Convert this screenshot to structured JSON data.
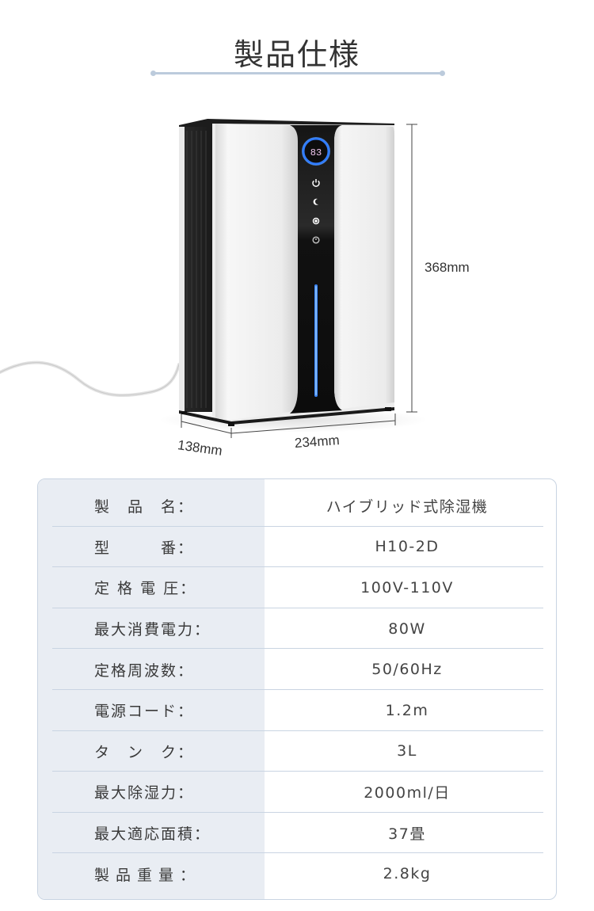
{
  "header": {
    "title": "製品仕様"
  },
  "product_image": {
    "description": "white hybrid dehumidifier with black front control strip",
    "display_reading": "83",
    "control_icons": [
      "power-icon",
      "sleep-moon-icon",
      "fan-mode-icon",
      "timer-icon"
    ],
    "accent_color": "#2f7bff"
  },
  "dimensions": {
    "height": "368mm",
    "width": "234mm",
    "depth": "138mm"
  },
  "specs": {
    "rows": [
      {
        "label": "製　品　名：",
        "value": "ハイブリッド式除湿機"
      },
      {
        "label": "型　　　番：",
        "value": "H10-2D"
      },
      {
        "label": "定 格 電 圧：",
        "value": "100V-110V"
      },
      {
        "label": "最大消費電力：",
        "value": "80W"
      },
      {
        "label": "定格周波数：",
        "value": "50/60Hz"
      },
      {
        "label": "電源コード：",
        "value": "1.2m"
      },
      {
        "label": "タ　ン　ク：",
        "value": "3L"
      },
      {
        "label": "最大除湿力：",
        "value": "2000ml/日"
      },
      {
        "label": "最大適応面積：",
        "value": "37畳"
      },
      {
        "label": "製品重量：",
        "value": "2.8kg"
      }
    ]
  },
  "colors": {
    "label_column_bg": "#e9edf3",
    "border": "#c9d4e2",
    "title_rule": "#bccbdc",
    "text": "#3a3a3a"
  }
}
